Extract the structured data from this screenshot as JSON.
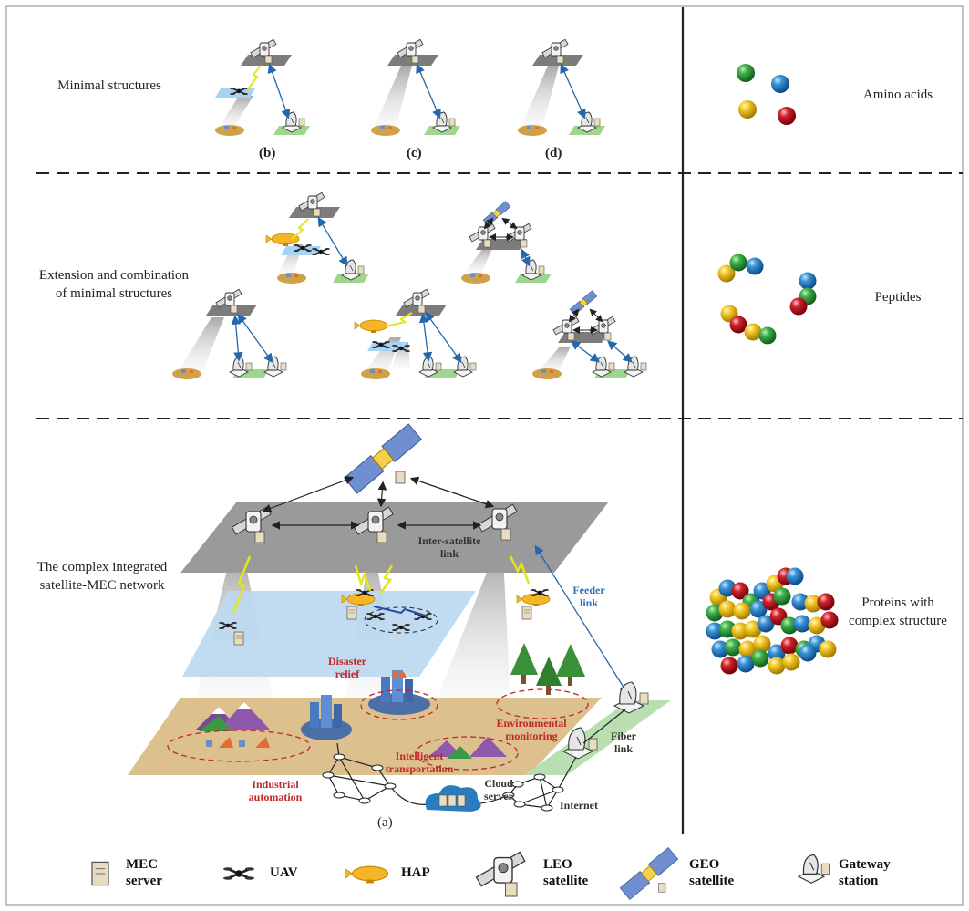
{
  "rows": {
    "minimal": "Minimal structures",
    "extension": "Extension and combination of minimal structures",
    "complex": "The complex integrated satellite-MEC network"
  },
  "bio": {
    "amino": "Amino acids",
    "peptides": "Peptides",
    "proteins": "Proteins with complex structure"
  },
  "subfigs": {
    "a": "(a)",
    "b": "(b)",
    "c": "(c)",
    "d": "(d)"
  },
  "annotations": {
    "inter_satellite": "Inter-satellite link",
    "feeder": "Feeder link",
    "disaster": "Disaster relief",
    "environmental": "Environmental monitoring",
    "intelligent": "Intelligent transportation",
    "industrial": "Industrial automation",
    "cloud": "Cloud server",
    "internet": "Internet",
    "fiber": "Fiber link"
  },
  "legend": {
    "mec": "MEC server",
    "uav": "UAV",
    "hap": "HAP",
    "leo": "LEO satellite",
    "geo": "GEO satellite",
    "gateway": "Gateway station"
  },
  "colors": {
    "annotation_red": "#c0282a",
    "annotation_blue": "#2d76b8",
    "leo_plane": "#8e8e8e",
    "uav_plane": "#bcd9ef",
    "ground_plane": "#dcc08e",
    "gateway_plane": "#b9dfb0",
    "hap": "#f5b625",
    "cloud": "#2b7bbf",
    "ball_green": "#2e9a3c",
    "ball_blue": "#2d82c7",
    "ball_yellow": "#f2c21d",
    "ball_red": "#c7171f"
  }
}
